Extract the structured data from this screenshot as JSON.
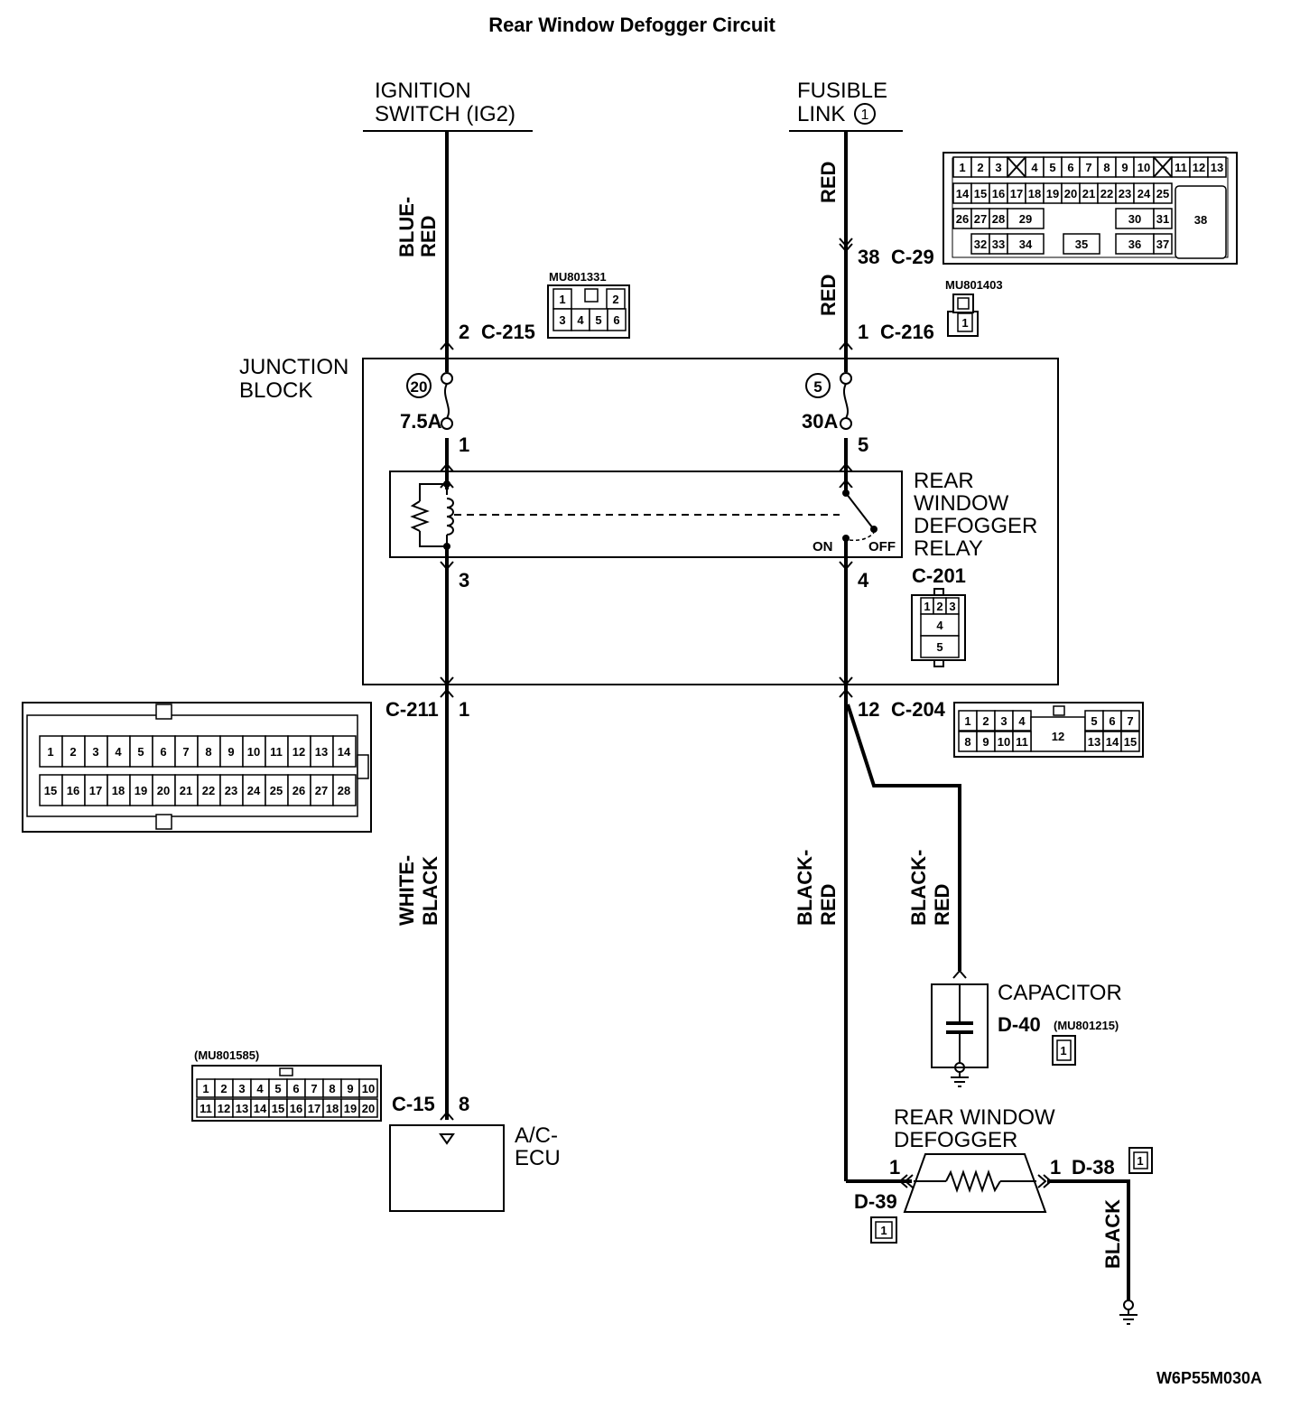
{
  "title": "Rear Window Defogger Circuit",
  "sources": {
    "ignition_line1": "IGNITION",
    "ignition_line2": "SWITCH (IG2)",
    "fusible_line1": "FUSIBLE",
    "fusible_line2": "LINK",
    "fusible_num": "1"
  },
  "wire_colors": {
    "blue_red_1": "BLUE-",
    "blue_red_2": "RED",
    "red_upper": "RED",
    "red_lower": "RED",
    "white_black_1": "WHITE-",
    "white_black_2": "BLACK",
    "black_red_1a": "BLACK-",
    "black_red_1b": "RED",
    "black_red_2a": "BLACK-",
    "black_red_2b": "RED",
    "black": "BLACK"
  },
  "connectors": {
    "c215_pin": "2",
    "c215": "C-215",
    "c29_pin": "38",
    "c29": "C-29",
    "c216_pin": "1",
    "c216": "C-216",
    "c211": "C-211",
    "c211_pin": "1",
    "c204_pin": "12",
    "c204": "C-204",
    "c201": "C-201",
    "c15": "C-15",
    "c15_pin": "8",
    "d40": "D-40",
    "d38_pin": "1",
    "d38": "D-38",
    "d39_pin": "1",
    "d39": "D-39"
  },
  "part_numbers": {
    "mu801331": "MU801331",
    "mu801403": "MU801403",
    "mu801585": "(MU801585)",
    "mu801215": "(MU801215)"
  },
  "junction_block": {
    "label1": "JUNCTION",
    "label2": "BLOCK",
    "fuse20_num": "20",
    "fuse20_rating": "7.5A",
    "fuse5_num": "5",
    "fuse5_rating": "30A",
    "term1": "1",
    "term5": "5",
    "term3": "3",
    "term4": "4"
  },
  "relay": {
    "label1": "REAR",
    "label2": "WINDOW",
    "label3": "DEFOGGER",
    "label4": "RELAY",
    "on": "ON",
    "off": "OFF"
  },
  "components": {
    "capacitor": "CAPACITOR",
    "defogger1": "REAR WINDOW",
    "defogger2": "DEFOGGER",
    "ecu1": "A/C-",
    "ecu2": "ECU"
  },
  "connector_faces": {
    "c29": [
      "1",
      "2",
      "3",
      "4",
      "5",
      "6",
      "7",
      "8",
      "9",
      "10",
      "11",
      "12",
      "13",
      "14",
      "15",
      "16",
      "17",
      "18",
      "19",
      "20",
      "21",
      "22",
      "23",
      "24",
      "25",
      "26",
      "27",
      "28",
      "29",
      "30",
      "31",
      "32",
      "33",
      "34",
      "35",
      "36",
      "37",
      "38"
    ],
    "c215": [
      "1",
      "2",
      "3",
      "4",
      "5",
      "6"
    ],
    "c216": [
      "1"
    ],
    "c201": [
      "1",
      "2",
      "3",
      "4",
      "5"
    ],
    "c211": [
      "1",
      "2",
      "3",
      "4",
      "5",
      "6",
      "7",
      "8",
      "9",
      "10",
      "11",
      "12",
      "13",
      "14",
      "15",
      "16",
      "17",
      "18",
      "19",
      "20",
      "21",
      "22",
      "23",
      "24",
      "25",
      "26",
      "27",
      "28"
    ],
    "c204": [
      "1",
      "2",
      "3",
      "4",
      "12",
      "5",
      "6",
      "7",
      "8",
      "9",
      "10",
      "11",
      "13",
      "14",
      "15"
    ],
    "c15": [
      "1",
      "2",
      "3",
      "4",
      "5",
      "6",
      "7",
      "8",
      "9",
      "10",
      "11",
      "12",
      "13",
      "14",
      "15",
      "16",
      "17",
      "18",
      "19",
      "20"
    ],
    "d40": [
      "1"
    ],
    "d38": [
      "1"
    ],
    "d39": [
      "1"
    ]
  },
  "figure_code": "W6P55M030A"
}
